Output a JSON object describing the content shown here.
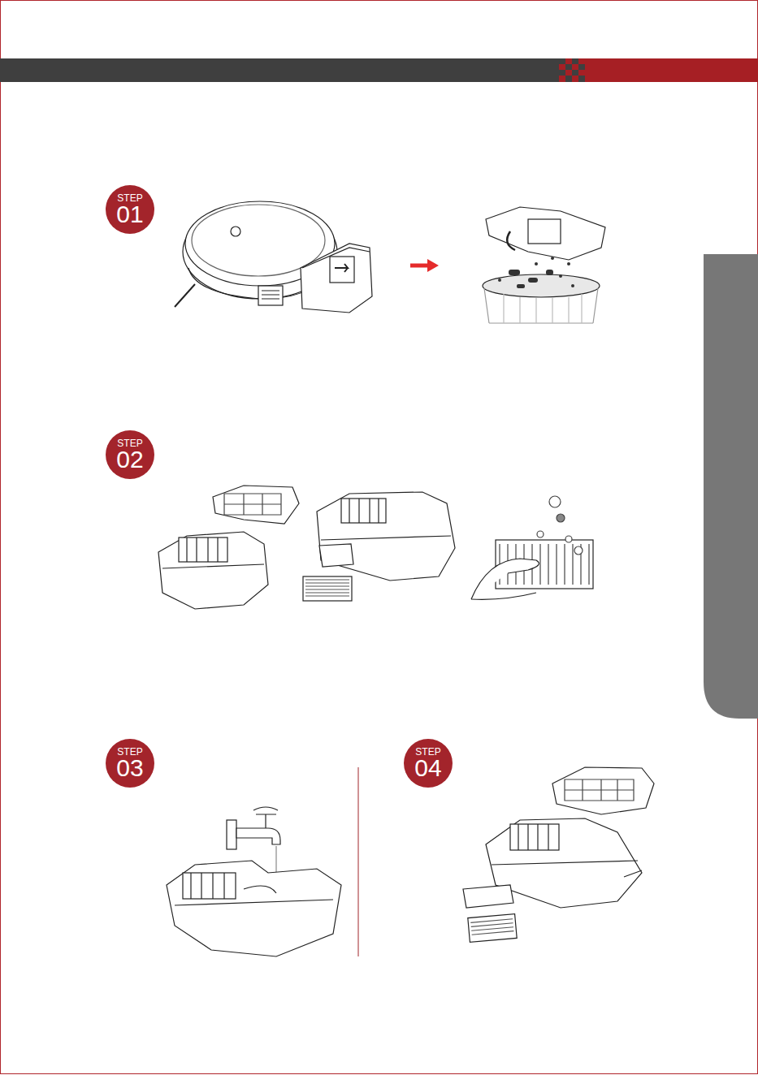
{
  "diagram": {
    "nodes": [
      {
        "text": [
          "STEP",
          "01"
        ]
      },
      {
        "text": [
          "STEP",
          "02"
        ]
      },
      {
        "text": [
          "STEP",
          "03"
        ]
      },
      {
        "text": [
          "STEP",
          "04"
        ]
      }
    ]
  }
}
